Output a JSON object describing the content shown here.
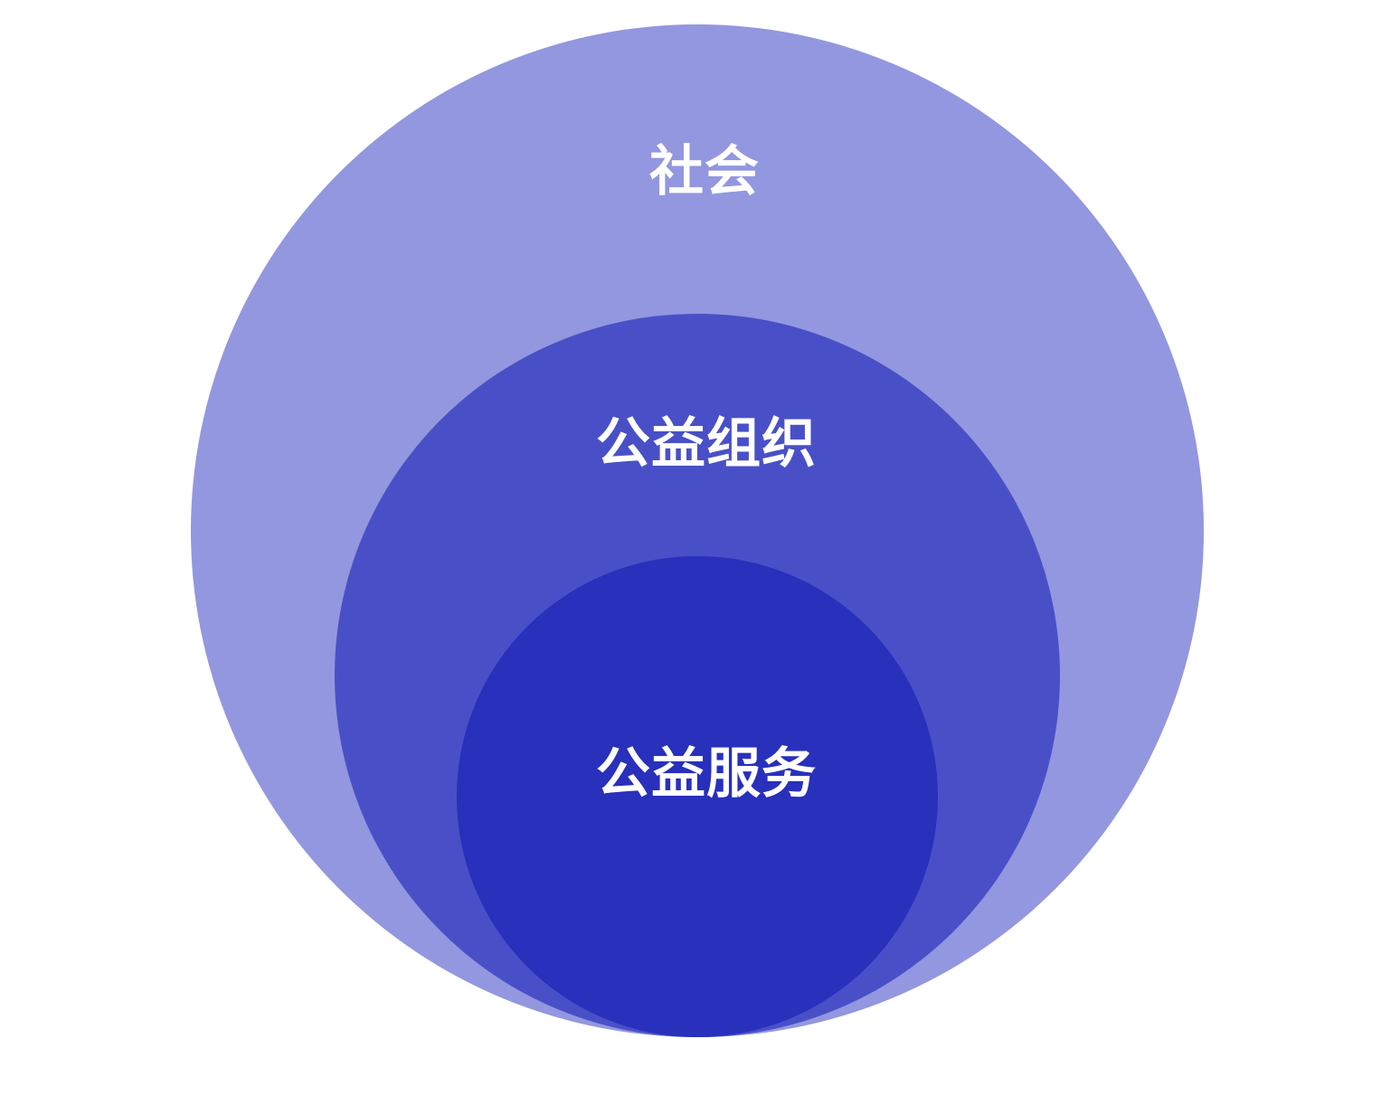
{
  "diagram": {
    "type": "nested-circles",
    "levels": [
      {
        "label": "社会",
        "color": "#9397df"
      },
      {
        "label": "公益组织",
        "color": "#4950c7"
      },
      {
        "label": "公益服务",
        "color": "#2830bc"
      }
    ],
    "label_color": "#ffffff"
  }
}
